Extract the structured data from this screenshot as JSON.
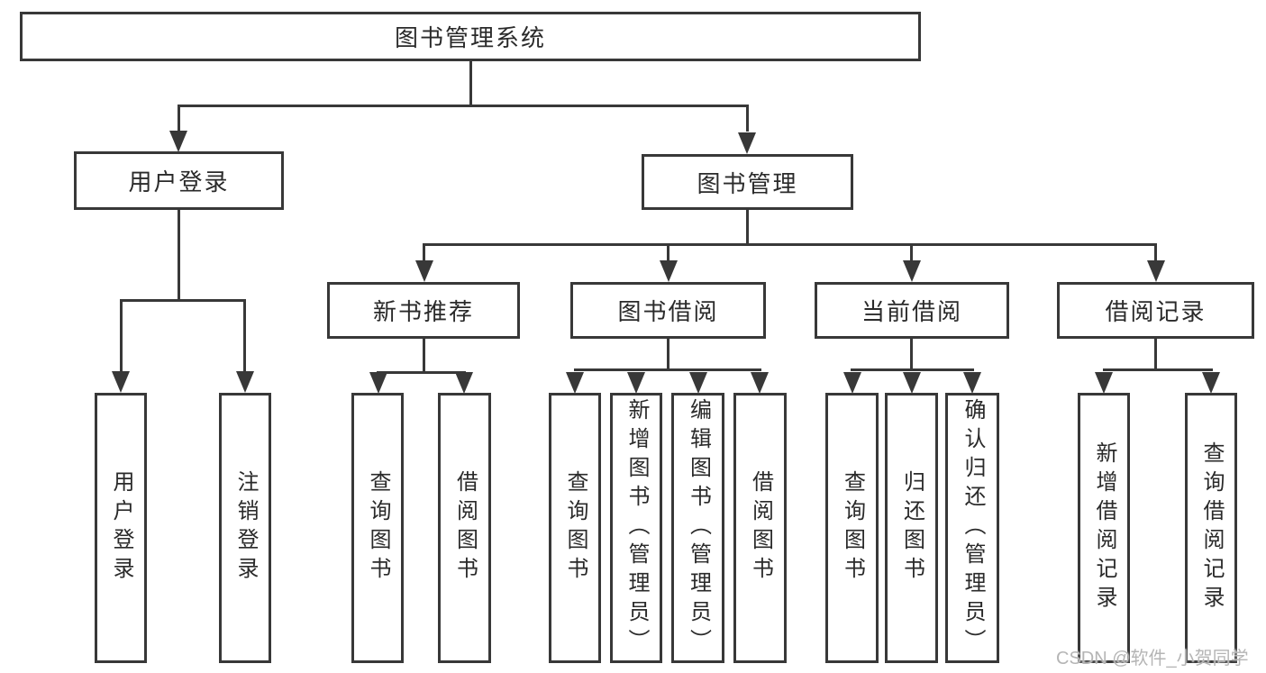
{
  "nodes": {
    "root": "图书管理系统",
    "level2": [
      "用户登录",
      "图书管理"
    ],
    "level3": [
      "新书推荐",
      "图书借阅",
      "当前借阅",
      "借阅记录"
    ],
    "leaves_login": [
      "用户登录",
      "注销登录"
    ],
    "leaves_recommend": [
      "查询图书",
      "借阅图书"
    ],
    "leaves_borrow": [
      "查询图书",
      "新增图书（管理员）",
      "编辑图书（管理员）",
      "借阅图书"
    ],
    "leaves_current": [
      "查询图书",
      "归还图书",
      "确认归还（管理员）"
    ],
    "leaves_record": [
      "新增借阅记录",
      "查询借阅记录"
    ]
  },
  "watermark": "CSDN @软件_小贺同学",
  "colors": {
    "line": "#383838",
    "text": "#2a2a2a",
    "background": "#ffffff",
    "watermark": "#b5b5b5"
  }
}
